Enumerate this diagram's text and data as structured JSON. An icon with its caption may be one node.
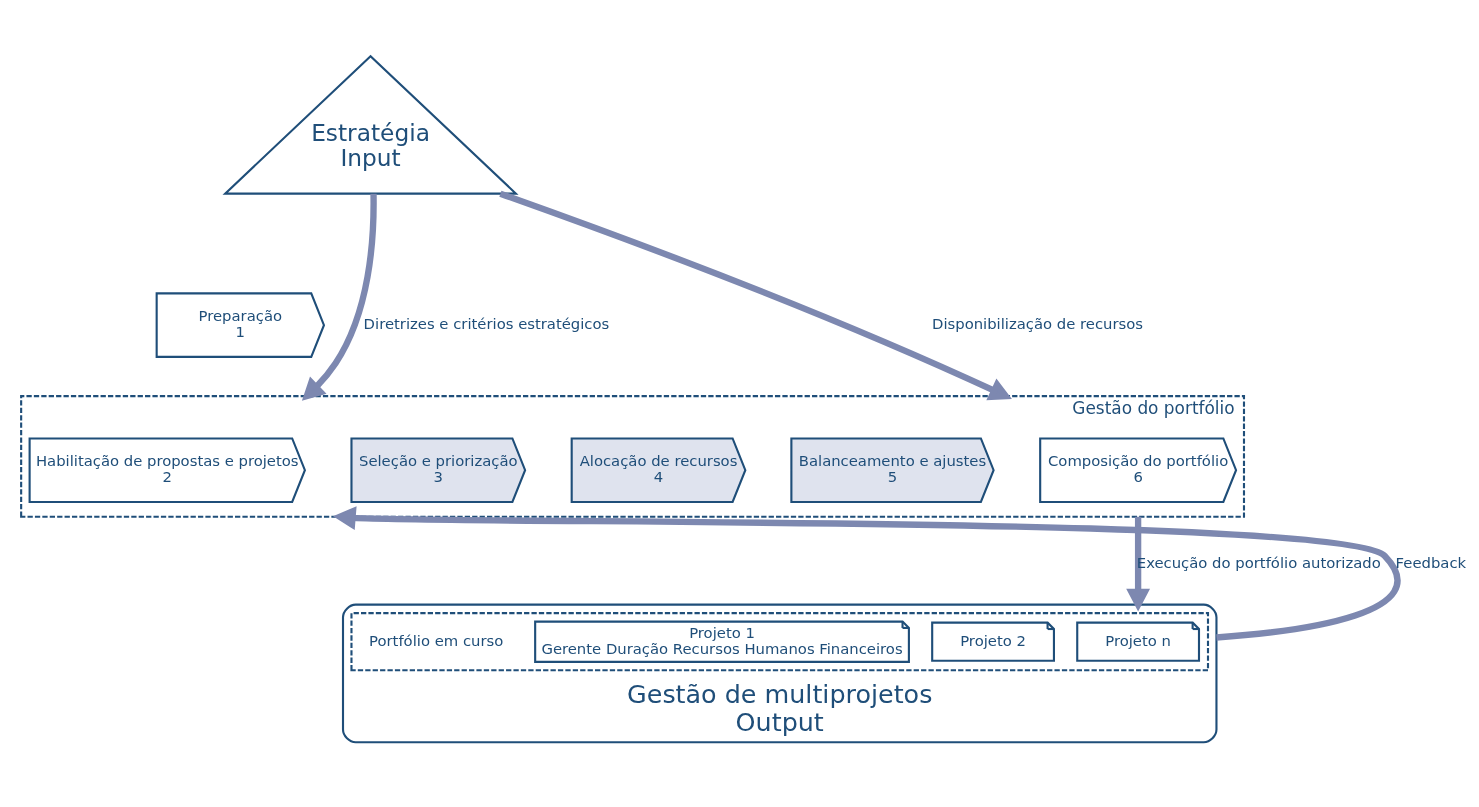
{
  "diagram": {
    "nodes": [
      {
        "text": [
          "Estratégia",
          "Input"
        ]
      },
      {
        "text": [
          "Gestão do portfólio"
        ]
      },
      {
        "text": [
          "Preparação",
          "1"
        ]
      },
      {
        "text": [
          "Habilitação de propostas e projetos",
          "2"
        ],
        "in": 1
      },
      {
        "text": [
          "Seleção e priorização",
          "3"
        ],
        "in": 1
      },
      {
        "text": [
          "Alocação de recursos",
          "4"
        ],
        "in": 1
      },
      {
        "text": [
          "Balanceamento e ajustes",
          "5"
        ],
        "in": 1
      },
      {
        "text": [
          "Composição do portfólio",
          "6"
        ],
        "in": 1
      },
      {
        "text": [
          "Gestão de multiprojetos",
          "Output"
        ]
      },
      {
        "text": [],
        "shape": "box",
        "in": 8
      },
      {
        "text": [
          "Projeto n"
        ],
        "in": 9
      },
      {
        "text": [
          "Projeto 2"
        ],
        "in": 9
      },
      {
        "text": [
          "Projeto 1",
          "Gerente Duração Recursos Humanos Financeiros"
        ],
        "in": 9
      }
    ],
    "edges": [
      {
        "from": 0,
        "to": 1,
        "arrow": "to",
        "label": "Diretrizes e critérios estratégicos"
      },
      {
        "from": 0,
        "to": 1,
        "arrow": "to",
        "label": "Disponibilização de recursos"
      },
      {
        "from": 1,
        "to": 8,
        "arrow": "to",
        "label": "Execução do portfólio autorizado"
      },
      {
        "from": 8,
        "to": 1,
        "arrow": "to",
        "label": "Feedback"
      }
    ],
    "labels": [
      "Portfólio em curso"
    ]
  }
}
